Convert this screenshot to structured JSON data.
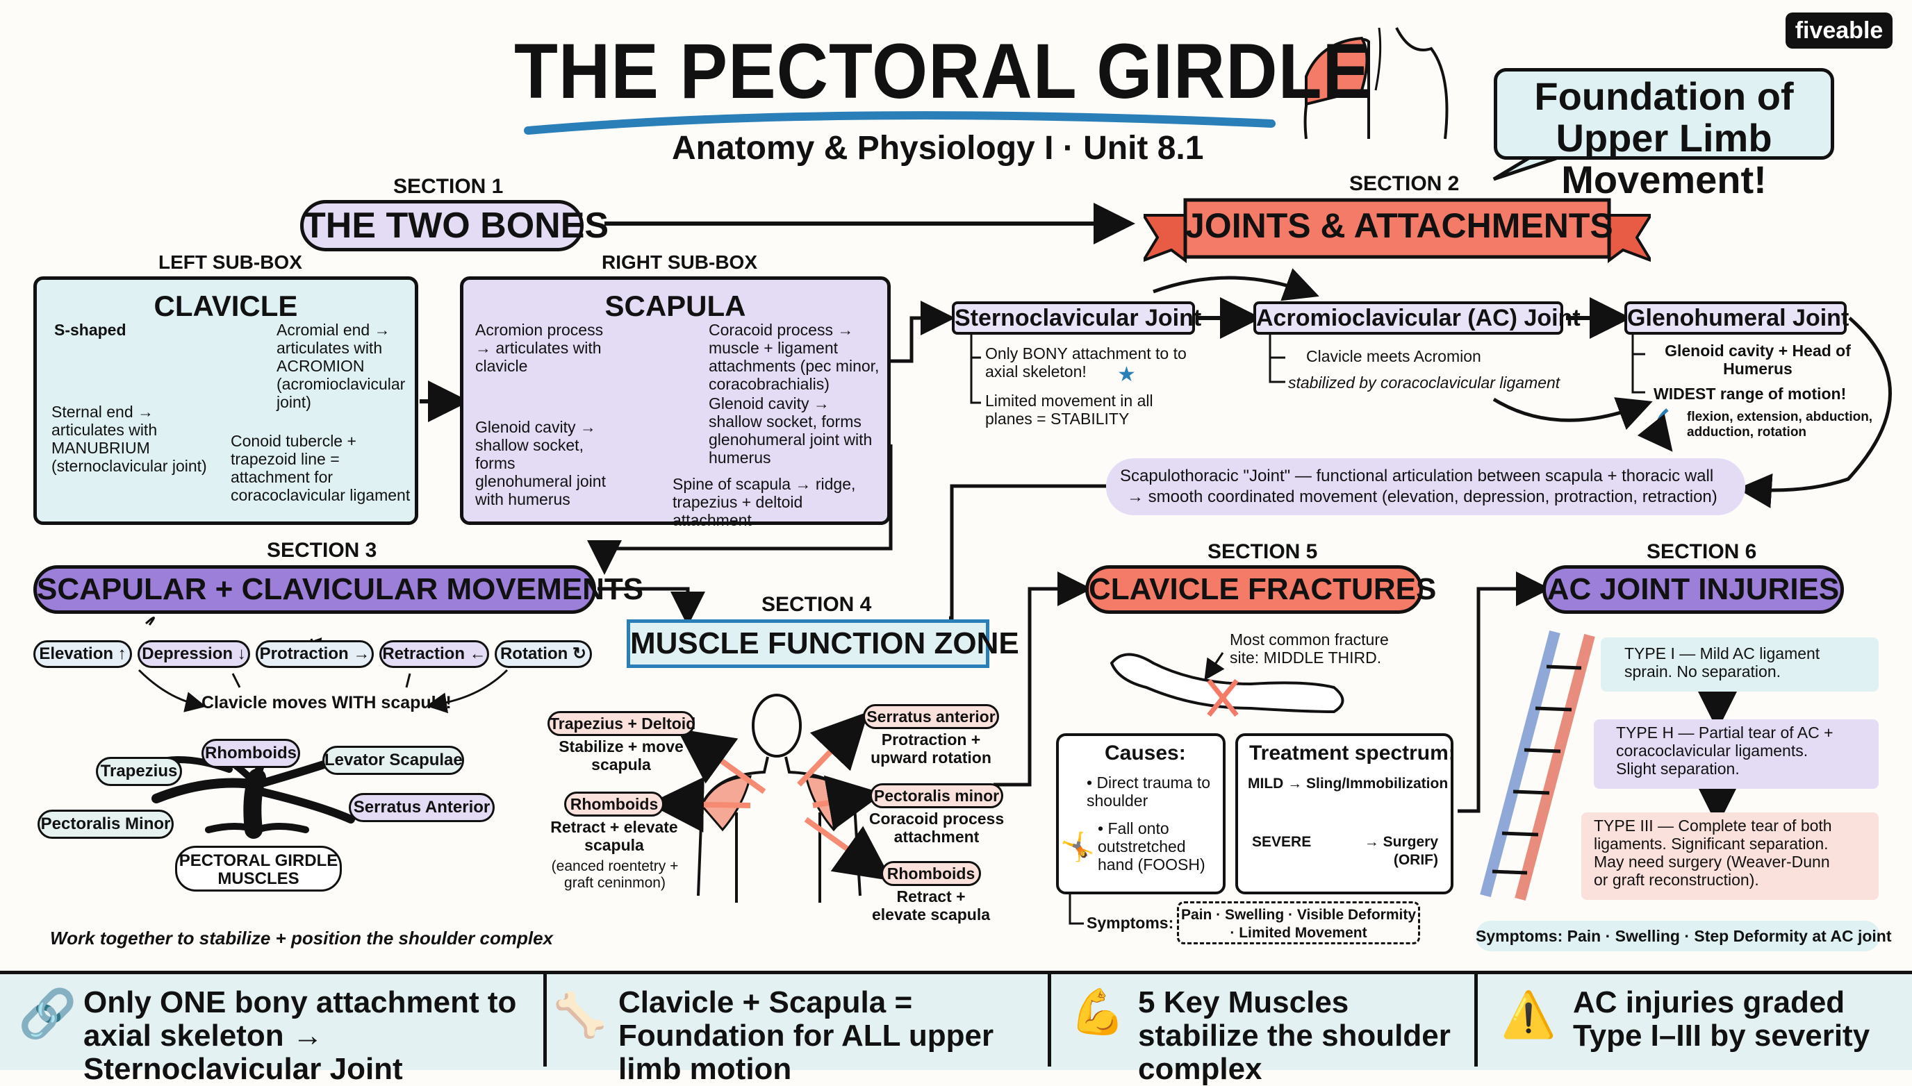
{
  "header": {
    "title": "THE PECTORAL GIRDLE",
    "subtitle": "Anatomy & Physiology I · Unit 8.1",
    "logo": "fiveable",
    "callout": "Foundation of Upper Limb Movement!"
  },
  "section1": {
    "label": "SECTION 1",
    "title": "THE TWO BONES",
    "left_label": "LEFT SUB-BOX",
    "right_label": "RIGHT SUB-BOX",
    "clavicle": {
      "title": "CLAVICLE",
      "s_shaped": "S-shaped",
      "acromial": "Acromial end → articulates with ACROMION (acromioclavicular joint)",
      "sternal": "Sternal end → articulates with MANUBRIUM (sternoclavicular joint)",
      "conoid": "Conoid tubercle + trapezoid line = attachment for coracoclavicular ligament"
    },
    "scapula": {
      "title": "SCAPULA",
      "acromion": "Acromion process → articulates with clavicle",
      "coracoid": "Coracoid process → muscle + ligament attachments (pec minor, coracobrachialis)",
      "glenoid_left": "Glenoid cavity → shallow socket, forms glenohumeral joint with humerus",
      "glenoid_right": "Glenoid cavity → shallow socket, forms glenohumeral joint with humerus",
      "spine": "Spine of scapula → ridge, trapezius + deltoid attachment"
    }
  },
  "section2": {
    "label": "SECTION 2",
    "title": "JOINTS & ATTACHMENTS",
    "sc_joint": "Sternoclavicular Joint",
    "sc_note1": "Only BONY attachment to to axial skeleton!",
    "sc_note2": "Limited movement in all planes = STABILITY",
    "ac_joint": "Acromioclavicular (AC) Joint",
    "ac_note1": "Clavicle meets Acromion",
    "ac_note2": "stabilized by coracoclavicular ligament",
    "gh_joint": "Glenohumeral Joint",
    "gh_note1": "Glenoid cavity + Head of Humerus",
    "gh_note2": "WIDEST range of motion!",
    "gh_note3": "flexion, extension, abduction, adduction, rotation",
    "st_line1": "Scapulothoracic \"Joint\" — functional articulation between scapula + thoracic wall",
    "st_line2": "→ smooth coordinated movement (elevation, depression, protraction, retraction)"
  },
  "section3": {
    "label": "SECTION 3",
    "title": "SCAPULAR + CLAVICULAR MOVEMENTS",
    "movements": [
      "Elevation ↑",
      "Depression ↓",
      "Protraction →",
      "Retraction ←",
      "Rotation ↻"
    ],
    "note": "Clavicle moves WITH scapula!",
    "tree_root": "PECTORAL GIRDLE MUSCLES",
    "tree_muscles": [
      "Trapezius",
      "Rhomboids",
      "Levator Scapulae",
      "Pectoralis Minor",
      "Serratus Anterior"
    ],
    "caption": "Work together to stabilize + position the shoulder complex"
  },
  "section4": {
    "label": "SECTION 4",
    "title": "MUSCLE FUNCTION ZONE",
    "trap": "Trapezius + Deltoid",
    "trap_desc": "Stabilize + move scapula",
    "rhomb_l": "Rhomboids",
    "rhomb_l_desc": "Retract + elevate scapula",
    "rhomb_l_note": "(eanced roentetry + graft ceninmon)",
    "serratus": "Serratus anterior",
    "serratus_desc": "Protraction + upward rotation",
    "pec": "Pectoralis minor",
    "pec_desc": "Coracoid process attachment",
    "rhomb_r": "Rhomboids",
    "rhomb_r_desc": "Retract + elevate scapula"
  },
  "section5": {
    "label": "SECTION 5",
    "title": "CLAVICLE FRACTURES",
    "site": "Most common fracture site: MIDDLE THIRD.",
    "causes_title": "Causes:",
    "cause1": "• Direct trauma to shoulder",
    "cause2": "• Fall onto outstretched hand (FOOSH)",
    "treat_title": "Treatment spectrum:",
    "treat_mild": "MILD → Sling/Immobilization",
    "treat_severe": "SEVERE",
    "treat_surgery": "→ Surgery (ORIF)",
    "symptoms_label": "Symptoms:",
    "symptoms": "Pain · Swelling · Visible Deformity · Limited Movement"
  },
  "section6": {
    "label": "SECTION 6",
    "title": "AC JOINT INJURIES",
    "type1": "TYPE I — Mild AC ligament sprain. No separation.",
    "type2": "TYPE H — Partial tear of AC + coracoclavicular ligaments. Slight separation.",
    "type3": "TYPE III — Complete tear of both ligaments. Significant separation. May need surgery (Weaver-Dunn or graft reconstruction).",
    "symptoms": "Symptoms: Pain · Swelling · Step Deformity at AC joint"
  },
  "footer": [
    {
      "icon": "link-icon",
      "text": "Only ONE bony attachment to axial skeleton → Sternoclavicular Joint"
    },
    {
      "icon": "bone-icon",
      "text": "Clavicle + Scapula = Foundation for ALL upper limb motion"
    },
    {
      "icon": "flexed-arm-icon",
      "text": "5 Key Muscles stabilize the shoulder complex"
    },
    {
      "icon": "warning-icon",
      "text": "AC injuries graded Type I–III by severity"
    }
  ],
  "colors": {
    "teal": "#dff1f2",
    "lavender": "#e4dcf5",
    "coral": "#f47b67",
    "purple": "#9b7fd9",
    "blue": "#2a7fb8"
  }
}
